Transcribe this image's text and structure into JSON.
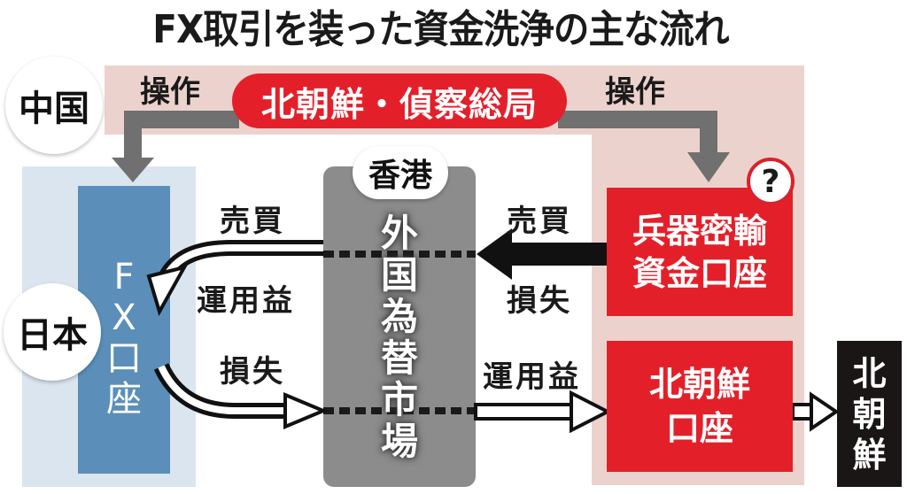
{
  "title": "FX取引を装った資金洗浄の主な流れ",
  "regions": {
    "china": {
      "label": "中国",
      "color": "#ecd2cd"
    },
    "japan": {
      "label": "日本",
      "color": "#dbe5ef"
    },
    "hong_kong": {
      "label": "香港",
      "color": "#8c8c8c"
    }
  },
  "nodes": {
    "rgb": {
      "label": "北朝鮮・偵察総局",
      "color": "#e3202a"
    },
    "fx_account": {
      "label_lines": [
        "F",
        "X",
        "口",
        "座"
      ],
      "color": "#5b8fb9"
    },
    "forex_market": {
      "label_lines": [
        "外",
        "国",
        "為",
        "替",
        "市",
        "場"
      ]
    },
    "weapons_account": {
      "label_lines": [
        "兵器密輸",
        "資金口座"
      ],
      "badge": "?",
      "color": "#e3202a"
    },
    "nk_account": {
      "label_lines": [
        "北朝鮮",
        "口座"
      ],
      "color": "#e3202a"
    },
    "north_korea": {
      "label_lines": [
        "北",
        "朝",
        "鮮"
      ],
      "color": "#1a1616"
    }
  },
  "edges": {
    "operate_left": "操作",
    "operate_right": "操作",
    "trade_left": "売買",
    "profit_left": "運用益",
    "loss_left": "損失",
    "trade_right": "売買",
    "loss_right": "損失",
    "profit_right": "運用益"
  }
}
